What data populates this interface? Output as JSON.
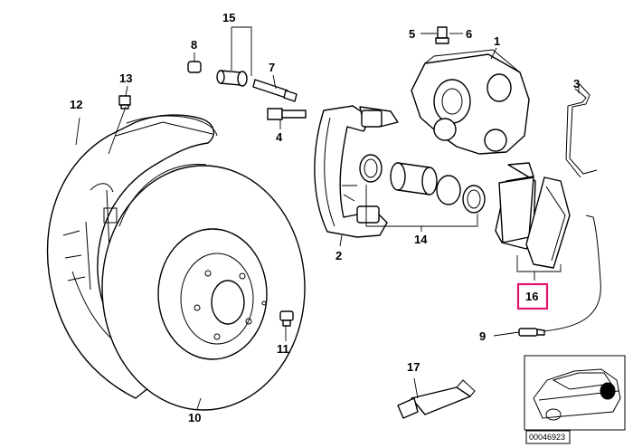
{
  "callouts": [
    {
      "id": "1",
      "label": "1"
    },
    {
      "id": "2",
      "label": "2"
    },
    {
      "id": "3",
      "label": "3"
    },
    {
      "id": "4",
      "label": "4"
    },
    {
      "id": "5",
      "label": "5"
    },
    {
      "id": "6",
      "label": "6"
    },
    {
      "id": "7",
      "label": "7"
    },
    {
      "id": "8",
      "label": "8"
    },
    {
      "id": "9",
      "label": "9"
    },
    {
      "id": "10",
      "label": "10"
    },
    {
      "id": "11",
      "label": "11"
    },
    {
      "id": "12",
      "label": "12"
    },
    {
      "id": "13",
      "label": "13"
    },
    {
      "id": "14",
      "label": "14"
    },
    {
      "id": "15",
      "label": "15"
    },
    {
      "id": "16",
      "label": "16",
      "highlighted": true
    },
    {
      "id": "17",
      "label": "17"
    }
  ],
  "highlight_color": "#e0136f",
  "inset": {
    "code": "00046923"
  }
}
